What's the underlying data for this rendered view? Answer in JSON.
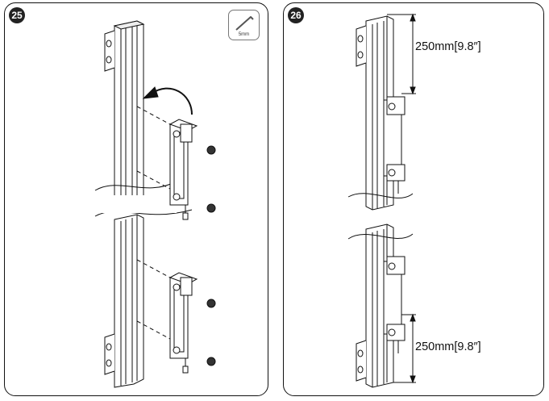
{
  "step25": {
    "badge": "25",
    "tool": {
      "icon": "hex-key-icon",
      "label": "5mm"
    }
  },
  "step26": {
    "badge": "26",
    "dimension_top": "250mm[9.8″]",
    "dimension_bottom": "250mm[9.8″]"
  },
  "colors": {
    "line": "#111111",
    "fill": "#ffffff",
    "shade": "#d9d9d9"
  }
}
